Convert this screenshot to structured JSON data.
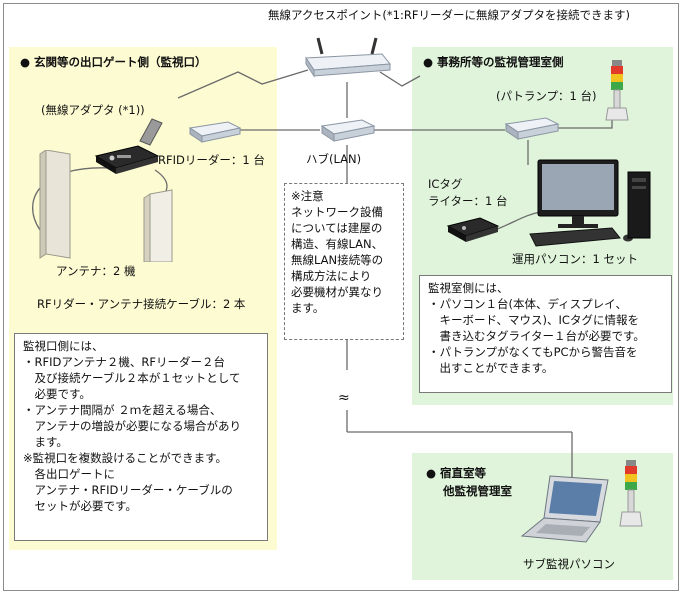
{
  "access_point_label": "無線アクセスポイント(*1:RFリーダーに無線アダプタを接続できます)",
  "left_zone": {
    "title": "● 玄関等の出口ゲート側（監視口）",
    "adapter_label": "(無線アダプタ (*1))",
    "reader_label": "RFIDリーダー：1 台",
    "antenna_label": "アンテナ：2 機",
    "cable_label": "RFリダー・アンテナ接続ケーブル：2 本",
    "note_lines": [
      "監視口側には、",
      "・RFIDアンテナ２機、RFリーダー２台",
      "　及び接続ケーブル２本が１セットとして",
      "　必要です。",
      "・アンテナ間隔が ２ｍを超える場合、",
      "　アンテナの増設が必要になる場合があり",
      "　ます。",
      "※監視口を複数設けることができます。",
      "　各出口ゲートに",
      "　アンテナ・RFIDリーダー・ケーブルの",
      "　セットが必要です。"
    ]
  },
  "hub_label": "ハブ(LAN)",
  "caution_lines": [
    "※注意",
    "ネットワーク設備",
    "については建屋の",
    "構造、有線LAN、",
    "無線LAN接続等の",
    "構成方法により",
    "必要機材が異なり",
    "ます。"
  ],
  "break_symbol": "≈",
  "right_zone": {
    "title": "● 事務所等の監視管理室側",
    "patlamp_label": "(パトランプ：1 台)",
    "ic_writer_label_1": "ICタグ",
    "ic_writer_label_2": "ライター：1 台",
    "pc_label": "運用パソコン：1 セット",
    "note_lines": [
      "監視室側には、",
      "・パソコン１台(本体、ディスプレイ、",
      "　キーボード、マウス)、ICタグに情報を",
      "　書き込むタグライター１台が必要です。",
      "・パトランプがなくてもPCから警告音を",
      "　出すことができます。"
    ]
  },
  "sub_zone": {
    "title_1": "● 宿直室等",
    "title_2": "他監視管理室",
    "laptop_label": "サブ監視パソコン"
  },
  "colors": {
    "left_zone_bg": "#fdfbd2",
    "right_zone_bg": "#dff4da",
    "line": "#6b6b6b"
  }
}
